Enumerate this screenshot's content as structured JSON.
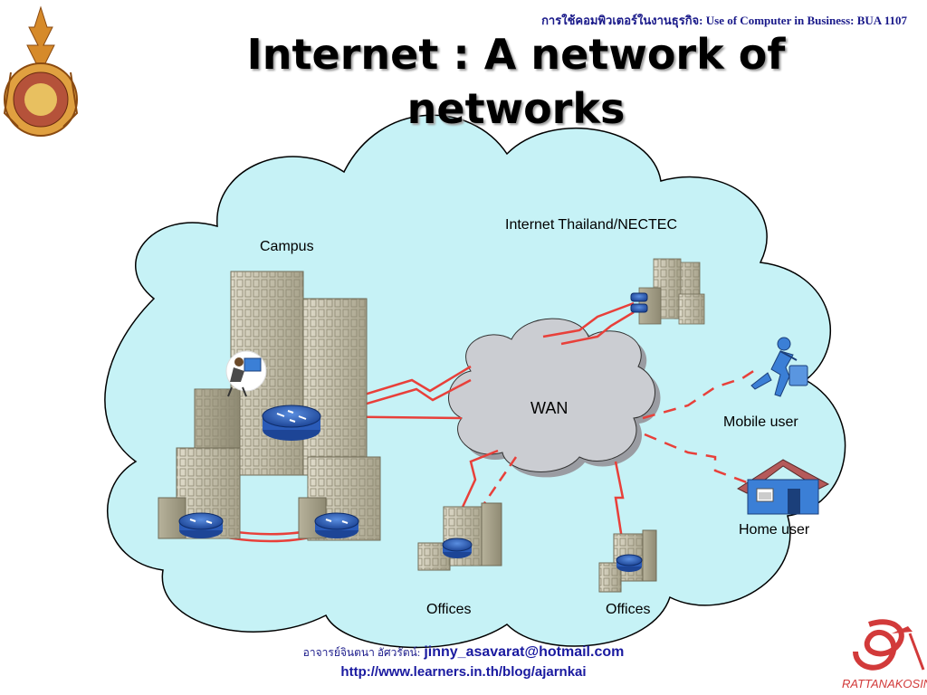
{
  "header": {
    "course_label": "การใช้คอมพิวเตอร์ในงานธุรกิจ: Use of Computer in Business: BUA 1107",
    "title": "Internet : A network of networks"
  },
  "diagram": {
    "labels": {
      "campus": "Campus",
      "isp": "Internet Thailand/NECTEC",
      "wan": "WAN",
      "mobile_user": "Mobile user",
      "home_user": "Home user",
      "offices_1": "Offices",
      "offices_2": "Offices"
    },
    "colors": {
      "cloud_fill": "#c6f2f6",
      "wan_fill": "#c9cbd0",
      "link_red": "#e8403a",
      "router_blue": "#2a5bb8",
      "building": "#c8c3ae",
      "user_blue": "#3b7fd6",
      "house_roof": "#b55a5a"
    },
    "icons": [
      "router-icon",
      "building-icon",
      "mobile-user-icon",
      "house-icon",
      "workstation-user-icon"
    ]
  },
  "footer": {
    "instructor_label": "อาจารย์จินตนา อัศวรัตน์:",
    "email": "jinny_asavarat@hotmail.com",
    "url": "http://www.learners.in.th/blog/ajarnkai"
  },
  "logos": {
    "left": "university-seal",
    "right_text": "RATTANAKOSIN"
  }
}
